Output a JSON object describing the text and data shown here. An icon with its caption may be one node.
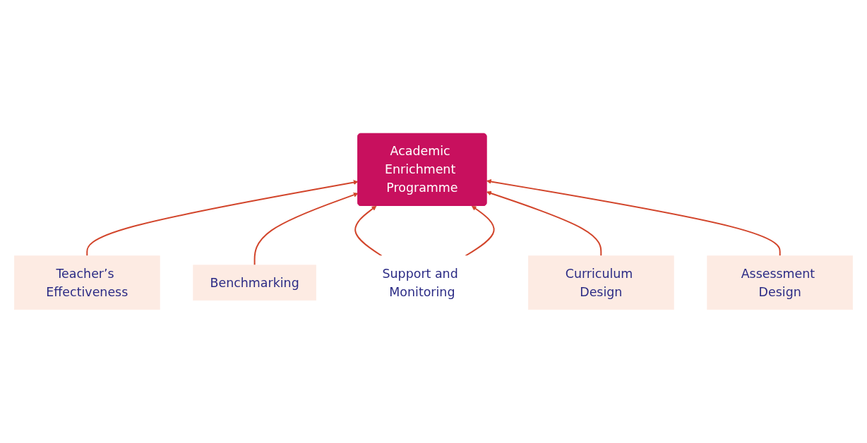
{
  "diagram": {
    "nodes": [
      {
        "text": [
          "Academic Enrichment Programme"
        ]
      },
      {
        "text": [
          "Teacher’s Effectiveness"
        ]
      },
      {
        "text": [
          "Benchmarking"
        ]
      },
      {
        "text": [
          "Curriculum Design"
        ]
      },
      {
        "text": [
          "Assessment Design"
        ]
      },
      {
        "text": [
          "Support and Monitoring"
        ]
      }
    ],
    "edges": [
      {
        "from": 5,
        "to": 0,
        "arrow": "to"
      },
      {
        "from": 1,
        "to": 0,
        "arrow": "to"
      },
      {
        "from": 2,
        "to": 0,
        "arrow": "to"
      },
      {
        "from": 3,
        "to": 0,
        "arrow": "to"
      },
      {
        "from": 4,
        "to": 0,
        "arrow": "to"
      },
      {
        "from": 5,
        "to": 0,
        "arrow": "to"
      }
    ]
  }
}
